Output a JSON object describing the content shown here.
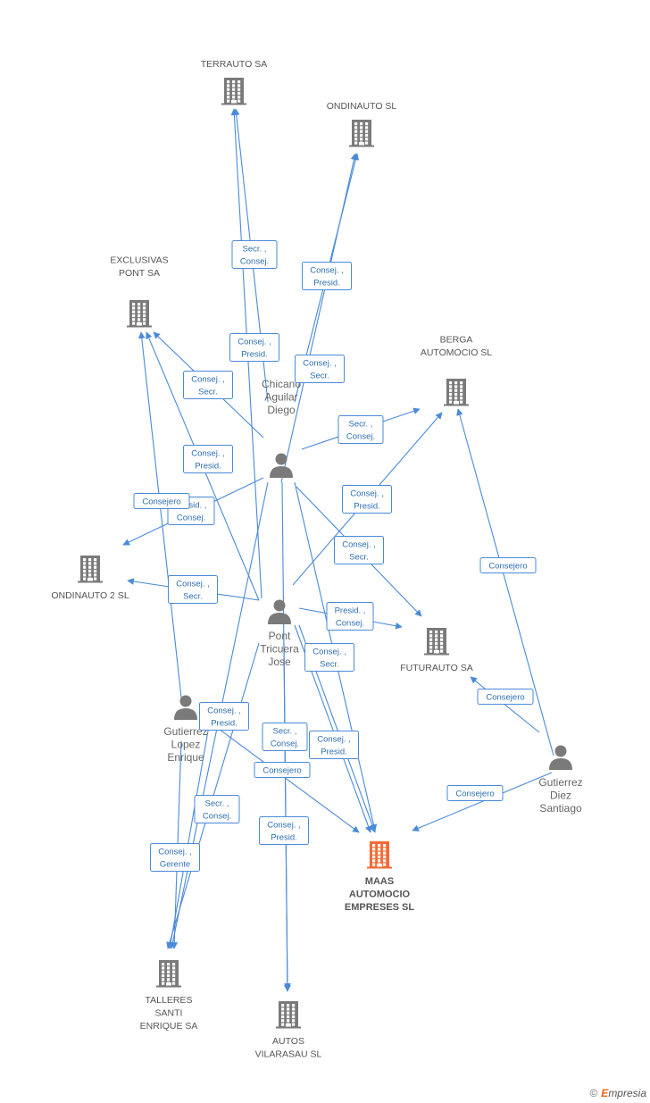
{
  "colors": {
    "edge": "#4a8ad8",
    "company": "#7a7a7a",
    "main_company": "#f26b36",
    "person": "#7a7a7a",
    "label_border": "#4a8ad8",
    "label_text": "#2f6fb3"
  },
  "companies": [
    {
      "id": "terrauto",
      "lines": [
        "TERRAUTO SA"
      ]
    },
    {
      "id": "ondinauto",
      "lines": [
        "ONDINAUTO SL"
      ]
    },
    {
      "id": "exclusivas",
      "lines": [
        "EXCLUSIVAS",
        "PONT SA"
      ]
    },
    {
      "id": "berga",
      "lines": [
        "BERGA",
        "AUTOMOCIO SL"
      ]
    },
    {
      "id": "ondinauto2",
      "lines": [
        "ONDINAUTO 2 SL"
      ]
    },
    {
      "id": "futurauto",
      "lines": [
        "FUTURAUTO SA"
      ]
    },
    {
      "id": "maas",
      "lines": [
        "MAAS",
        "AUTOMOCIO",
        "EMPRESES SL"
      ],
      "main": true
    },
    {
      "id": "talleres",
      "lines": [
        "TALLERES",
        "SANTI",
        "ENRIQUE SA"
      ]
    },
    {
      "id": "autos",
      "lines": [
        "AUTOS",
        "VILARASAU SL"
      ]
    }
  ],
  "persons": [
    {
      "id": "chicano",
      "lines": [
        "Chicano",
        "Aguilar",
        "Diego"
      ]
    },
    {
      "id": "pont",
      "lines": [
        "Pont",
        "Tricuera",
        "Jose"
      ]
    },
    {
      "id": "gutlopez",
      "lines": [
        "Gutierrez",
        "Lopez",
        "Enrique"
      ]
    },
    {
      "id": "gutdiez",
      "lines": [
        "Gutierrez",
        "Diez",
        "Santiago"
      ]
    }
  ],
  "relations": [
    {
      "id": "r1",
      "lines": [
        "Secr. ,",
        "Consej."
      ]
    },
    {
      "id": "r2",
      "lines": [
        "Consej. ,",
        "Presid."
      ]
    },
    {
      "id": "r3",
      "lines": [
        "Consej. ,",
        "Presid."
      ]
    },
    {
      "id": "r4",
      "lines": [
        "Consej. ,",
        "Secr."
      ]
    },
    {
      "id": "r5",
      "lines": [
        "Consej. ,",
        "Secr."
      ]
    },
    {
      "id": "r6",
      "lines": [
        "Secr. ,",
        "Consej."
      ]
    },
    {
      "id": "r7",
      "lines": [
        "Consej. ,",
        "Presid."
      ]
    },
    {
      "id": "r8",
      "lines": [
        "Presid. ,",
        "Consej."
      ]
    },
    {
      "id": "r9",
      "lines": [
        "Consejero"
      ]
    },
    {
      "id": "r10",
      "lines": [
        "Consej. ,",
        "Presid."
      ]
    },
    {
      "id": "r11",
      "lines": [
        "Consej. ,",
        "Secr."
      ]
    },
    {
      "id": "r12",
      "lines": [
        "Consejero"
      ]
    },
    {
      "id": "r13",
      "lines": [
        "Consej. ,",
        "Secr."
      ]
    },
    {
      "id": "r14",
      "lines": [
        "Presid. ,",
        "Consej."
      ]
    },
    {
      "id": "r15",
      "lines": [
        "Consej. ,",
        "Secr."
      ]
    },
    {
      "id": "r16",
      "lines": [
        "Consejero"
      ]
    },
    {
      "id": "r17",
      "lines": [
        "Consej. ,",
        "Presid."
      ]
    },
    {
      "id": "r18",
      "lines": [
        "Secr. ,",
        "Consej."
      ]
    },
    {
      "id": "r19",
      "lines": [
        "Consej. ,",
        "Presid."
      ]
    },
    {
      "id": "r20",
      "lines": [
        "Consejero"
      ]
    },
    {
      "id": "r21",
      "lines": [
        "Consejero"
      ]
    },
    {
      "id": "r22",
      "lines": [
        "Secr. ,",
        "Consej."
      ]
    },
    {
      "id": "r23",
      "lines": [
        "Consej. ,",
        "Presid."
      ]
    },
    {
      "id": "r24",
      "lines": [
        "Consej. ,",
        "Gerente"
      ]
    }
  ],
  "footer": {
    "copyright": "©",
    "brand_initial": "E",
    "brand_rest": "mpresia"
  }
}
